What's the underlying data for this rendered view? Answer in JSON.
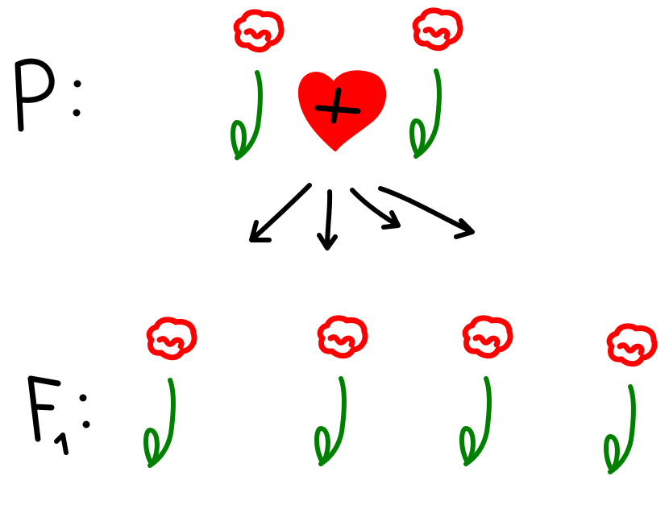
{
  "diagram": {
    "parent_label": "P",
    "offspring_label": "F",
    "offspring_subscript": "1",
    "cross_symbol": "+",
    "colors": {
      "petal": "#ff0000",
      "stem": "#008000",
      "ink": "#000000",
      "heart": "#ff0000"
    },
    "parents": [
      {
        "name": "parent-flower-left"
      },
      {
        "name": "parent-flower-right"
      }
    ],
    "offspring": [
      {
        "name": "offspring-flower-1"
      },
      {
        "name": "offspring-flower-2"
      },
      {
        "name": "offspring-flower-3"
      },
      {
        "name": "offspring-flower-4"
      }
    ]
  }
}
